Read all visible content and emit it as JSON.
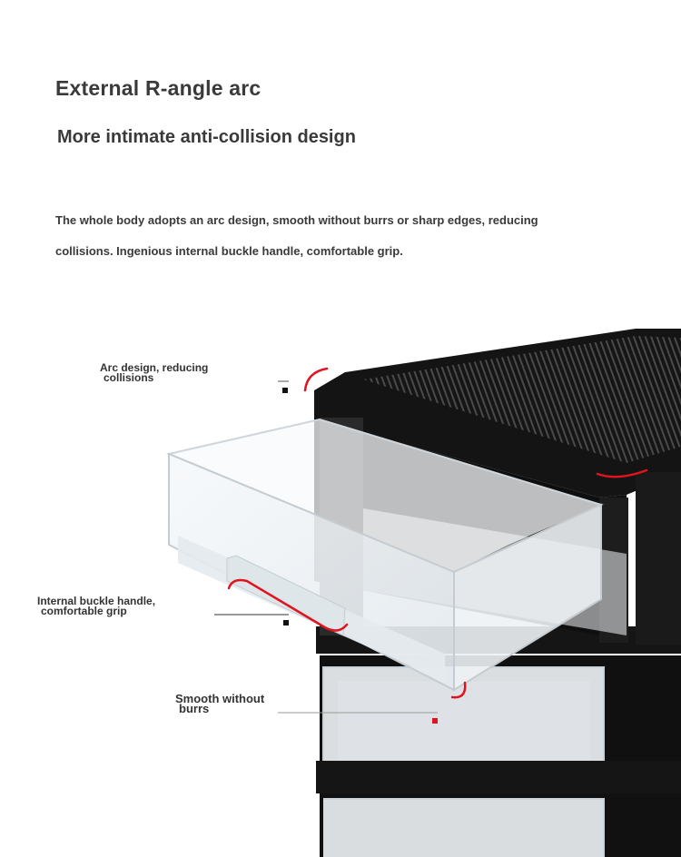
{
  "heading": {
    "title": "External R-angle arc",
    "subtitle": "More intimate anti-collision design"
  },
  "description": {
    "line1": "The whole body adopts an arc design, smooth without burrs or sharp edges, reducing",
    "line2": "collisions. Ingenious internal buckle handle, comfortable grip."
  },
  "callouts": {
    "arc": {
      "line1": "Arc design, reducing",
      "line2": "collisions"
    },
    "handle": {
      "line1": "Internal buckle handle,",
      "line2": "comfortable grip"
    },
    "smooth": {
      "line1": "Smooth without",
      "line2": "burrs"
    }
  },
  "colors": {
    "frame": "#141414",
    "accent_red": "#e0141e",
    "text": "#3a3a3a"
  }
}
